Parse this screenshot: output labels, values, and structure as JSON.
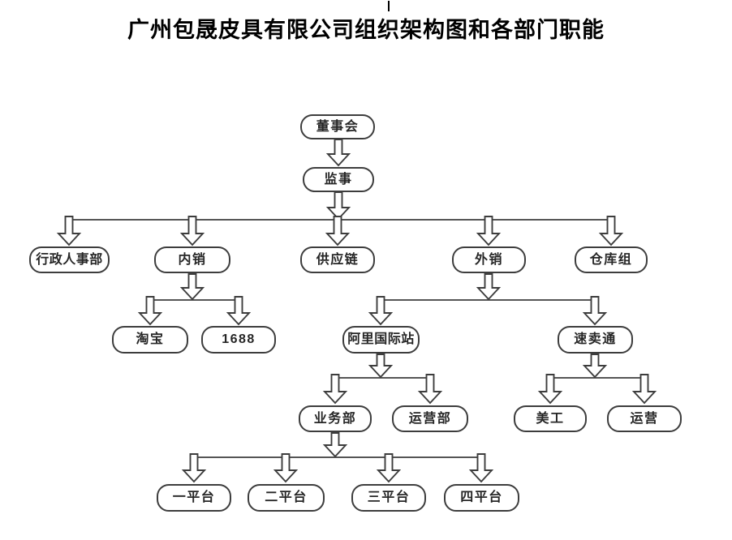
{
  "title": "广州包晟皮具有限公司组织架构图和各部门职能",
  "colors": {
    "line": "#3d3d3d",
    "box_border": "#3d3d3d",
    "text": "#262626",
    "background": "#ffffff"
  },
  "org": {
    "nodes": [
      {
        "id": "board",
        "label": "董事会"
      },
      {
        "id": "supervisor",
        "label": "监事"
      },
      {
        "id": "admin-hr",
        "label": "行政人事部"
      },
      {
        "id": "domestic-sales",
        "label": "内销"
      },
      {
        "id": "supply-chain",
        "label": "供应链"
      },
      {
        "id": "export-sales",
        "label": "外销"
      },
      {
        "id": "warehouse",
        "label": "仓库组"
      },
      {
        "id": "taobao",
        "label": "淘宝"
      },
      {
        "id": "p1688",
        "label": "1688"
      },
      {
        "id": "alibaba-international",
        "label": "阿里国际站"
      },
      {
        "id": "aliexpress",
        "label": "速卖通"
      },
      {
        "id": "business-dept",
        "label": "业务部"
      },
      {
        "id": "operations-dept",
        "label": "运营部"
      },
      {
        "id": "graphic-design",
        "label": "美工"
      },
      {
        "id": "operations",
        "label": "运营"
      },
      {
        "id": "platform-1",
        "label": "一平台"
      },
      {
        "id": "platform-2",
        "label": "二平台"
      },
      {
        "id": "platform-3",
        "label": "三平台"
      },
      {
        "id": "platform-4",
        "label": "四平台"
      }
    ],
    "edges": [
      {
        "from": "board",
        "to": "supervisor"
      },
      {
        "from": "supervisor",
        "to": "admin-hr"
      },
      {
        "from": "supervisor",
        "to": "domestic-sales"
      },
      {
        "from": "supervisor",
        "to": "supply-chain"
      },
      {
        "from": "supervisor",
        "to": "export-sales"
      },
      {
        "from": "supervisor",
        "to": "warehouse"
      },
      {
        "from": "domestic-sales",
        "to": "taobao"
      },
      {
        "from": "domestic-sales",
        "to": "p1688"
      },
      {
        "from": "export-sales",
        "to": "alibaba-international"
      },
      {
        "from": "export-sales",
        "to": "aliexpress"
      },
      {
        "from": "alibaba-international",
        "to": "business-dept"
      },
      {
        "from": "alibaba-international",
        "to": "operations-dept"
      },
      {
        "from": "aliexpress",
        "to": "graphic-design"
      },
      {
        "from": "aliexpress",
        "to": "operations"
      },
      {
        "from": "business-dept",
        "to": "platform-1"
      },
      {
        "from": "business-dept",
        "to": "platform-2"
      },
      {
        "from": "business-dept",
        "to": "platform-3"
      },
      {
        "from": "business-dept",
        "to": "platform-4"
      }
    ]
  }
}
